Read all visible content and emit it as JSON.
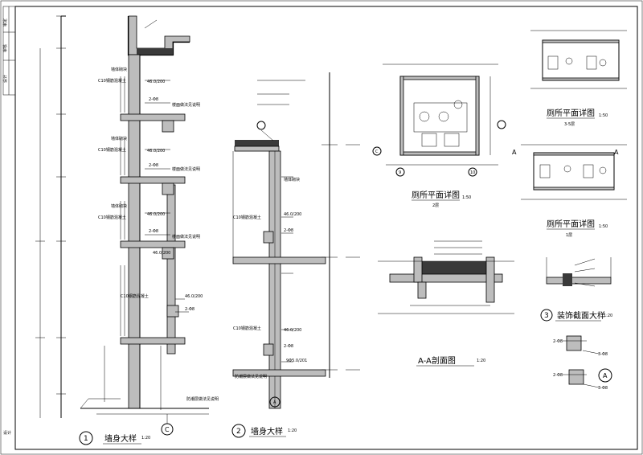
{
  "titles": {
    "t1": "墙身大样",
    "t1_no": "1",
    "t1_scale": "1:20",
    "t2": "墙身大样",
    "t2_no": "2",
    "t2_scale": "1:20",
    "t3": "厕所平面详图",
    "t3_scale": "1:50",
    "t3_sub": "2层",
    "t4": "厕所平面详图",
    "t4_scale": "1:50",
    "t4_sub": "3-5层",
    "t5": "厕所平面详图",
    "t5_scale": "1:50",
    "t5_sub": "1层",
    "t6": "A-A剖面图",
    "t6_scale": "1:20",
    "t7": "装饰截面大样",
    "t7_no": "3",
    "t7_scale": "1:20"
  },
  "axes": {
    "c1": "C",
    "c2": "A",
    "c3": "C",
    "c4": "9",
    "c5": "10",
    "a_left": "A",
    "a_right": "A",
    "a_small": "A"
  },
  "labels": {
    "w1": "46.0/200",
    "w2": "46.0/200",
    "w3": "46.0/200",
    "w4": "46.0/200",
    "w5": "46.0/200",
    "e1": "2-Φ8",
    "e2": "2-Φ8",
    "e3": "2-Φ8",
    "e4": "2-Φ8",
    "b1": "C10钢筋混凝土",
    "b2": "C10钢筋混凝土",
    "b3": "C10钢筋混凝土",
    "b4": "C10钢筋混凝土",
    "r1": "墙体砌块",
    "r2": "墙体砌块",
    "r3": "墙体砌块",
    "f1": "楼面做法见说明",
    "f2": "楼面做法见说明",
    "f3": "楼面做法见说明",
    "g1": "防潮层做法见说明",
    "m1": "46.0/200",
    "m2": "46.0/200",
    "m3": "2-Φ8",
    "m4": "2-Φ8",
    "m5": "C10钢筋混凝土",
    "m6": "C10钢筋混凝土",
    "m7": "墙体砌块",
    "m8": "9Φ5.0/201",
    "m9": "防潮层做法见说明",
    "s1": "2-Φ8",
    "s2": "2-Φ8",
    "s3": "3-Φ8",
    "s4": "3-Φ8",
    "tb1": "审定",
    "tb2": "审核",
    "tb3": "设计"
  }
}
